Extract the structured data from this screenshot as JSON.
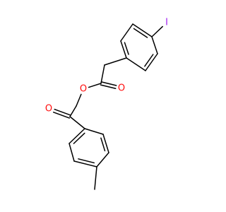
{
  "molecule": {
    "atoms": [
      {
        "id": "a0",
        "element": "I",
        "label": "I",
        "color": "#A020F0"
      },
      {
        "id": "a1",
        "element": "C",
        "label": ""
      },
      {
        "id": "a2",
        "element": "C",
        "label": ""
      },
      {
        "id": "a3",
        "element": "C",
        "label": ""
      },
      {
        "id": "a4",
        "element": "C",
        "label": ""
      },
      {
        "id": "a5",
        "element": "C",
        "label": ""
      },
      {
        "id": "a6",
        "element": "C",
        "label": ""
      },
      {
        "id": "a7",
        "element": "C",
        "label": ""
      },
      {
        "id": "a8",
        "element": "C",
        "label": ""
      },
      {
        "id": "a9",
        "element": "O",
        "label": "O",
        "color": "#FF0D0D"
      },
      {
        "id": "a10",
        "element": "O",
        "label": "O",
        "color": "#FF0D0D"
      },
      {
        "id": "a11",
        "element": "C",
        "label": ""
      },
      {
        "id": "a12",
        "element": "C",
        "label": ""
      },
      {
        "id": "a13",
        "element": "O",
        "label": "O",
        "color": "#FF0D0D"
      },
      {
        "id": "a14",
        "element": "C",
        "label": ""
      },
      {
        "id": "a15",
        "element": "C",
        "label": ""
      },
      {
        "id": "a16",
        "element": "C",
        "label": ""
      },
      {
        "id": "a17",
        "element": "C",
        "label": ""
      },
      {
        "id": "a18",
        "element": "C",
        "label": ""
      },
      {
        "id": "a19",
        "element": "C",
        "label": ""
      },
      {
        "id": "a20",
        "element": "C",
        "label": ""
      }
    ],
    "bonds": [
      {
        "from": "a0",
        "to": "a1",
        "order": 1
      },
      {
        "from": "a1",
        "to": "a2",
        "order": 2
      },
      {
        "from": "a2",
        "to": "a3",
        "order": 1
      },
      {
        "from": "a3",
        "to": "a4",
        "order": 2
      },
      {
        "from": "a4",
        "to": "a5",
        "order": 1
      },
      {
        "from": "a5",
        "to": "a6",
        "order": 2
      },
      {
        "from": "a6",
        "to": "a1",
        "order": 1
      },
      {
        "from": "a4",
        "to": "a7",
        "order": 1
      },
      {
        "from": "a7",
        "to": "a8",
        "order": 1
      },
      {
        "from": "a8",
        "to": "a9",
        "order": 2
      },
      {
        "from": "a8",
        "to": "a10",
        "order": 1
      },
      {
        "from": "a10",
        "to": "a11",
        "order": 1
      },
      {
        "from": "a11",
        "to": "a12",
        "order": 1
      },
      {
        "from": "a12",
        "to": "a13",
        "order": 2
      },
      {
        "from": "a12",
        "to": "a14",
        "order": 1
      },
      {
        "from": "a14",
        "to": "a15",
        "order": 2
      },
      {
        "from": "a15",
        "to": "a16",
        "order": 1
      },
      {
        "from": "a16",
        "to": "a17",
        "order": 2
      },
      {
        "from": "a17",
        "to": "a18",
        "order": 1
      },
      {
        "from": "a18",
        "to": "a19",
        "order": 2
      },
      {
        "from": "a19",
        "to": "a14",
        "order": 1
      },
      {
        "from": "a17",
        "to": "a20",
        "order": 1
      }
    ]
  }
}
